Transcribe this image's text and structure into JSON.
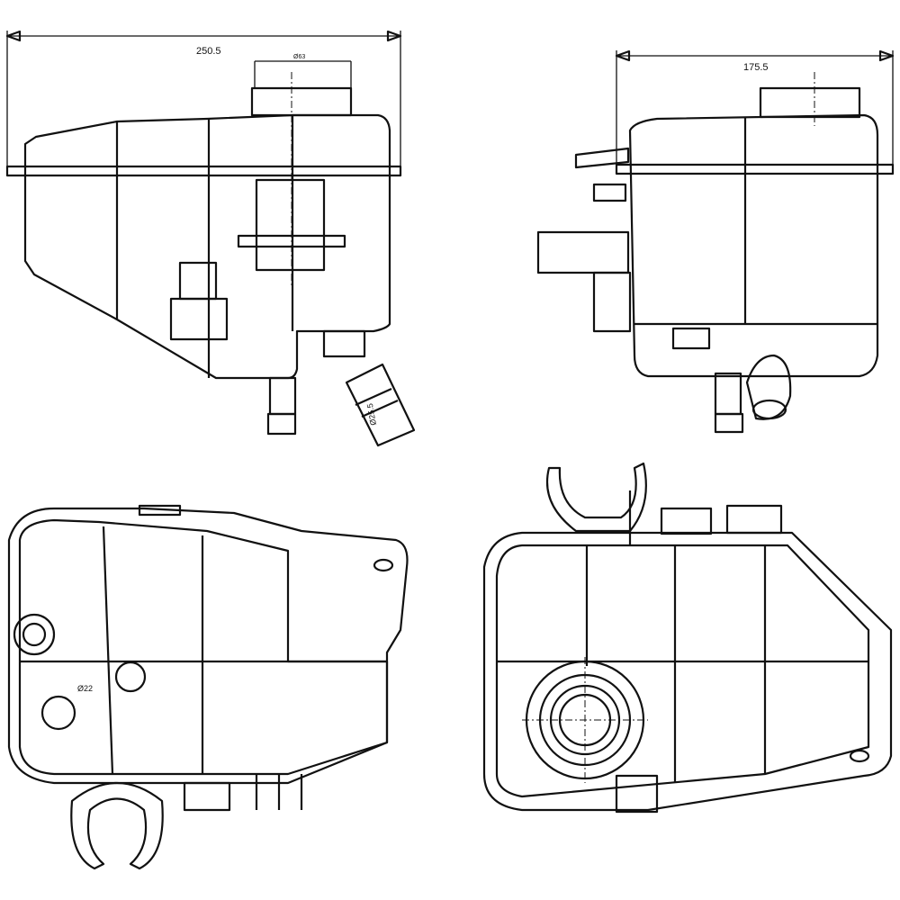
{
  "title": "Coolant expansion tank technical drawing",
  "dimensions": {
    "front_width": "250.5",
    "cap_diameter": "Ø63",
    "side_width": "175.5",
    "outlet_diameter": "Ø25.5",
    "port_diameter": "Ø22"
  },
  "colors": {
    "line": "#111111",
    "background": "#ffffff"
  }
}
